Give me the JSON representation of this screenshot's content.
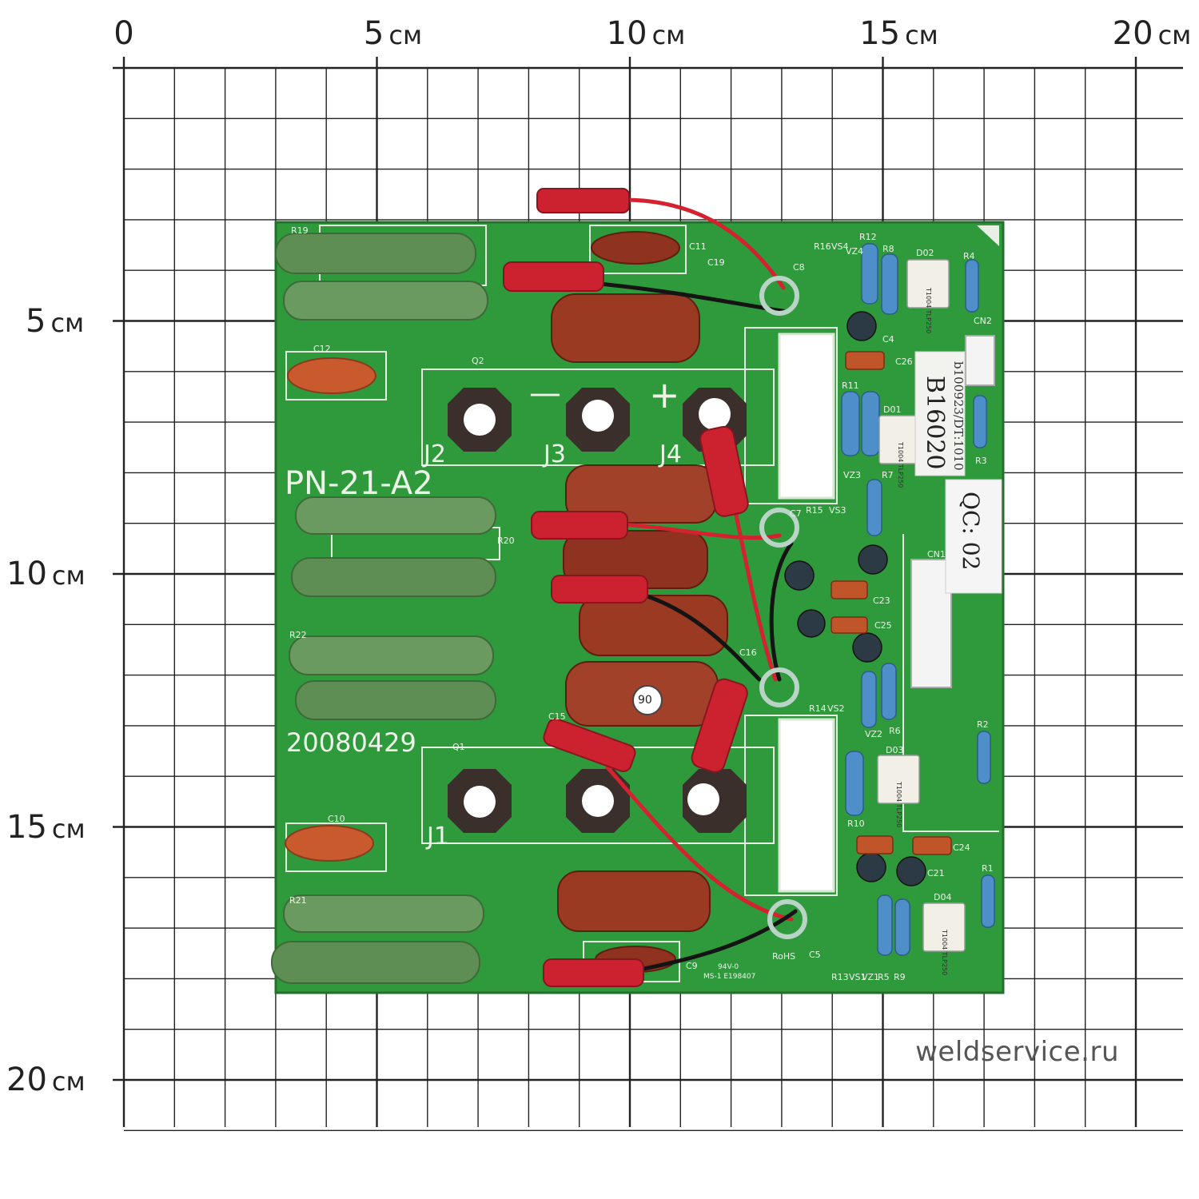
{
  "ruler": {
    "top_labels": [
      {
        "num": "0",
        "unit": ""
      },
      {
        "num": "5",
        "unit": "см"
      },
      {
        "num": "10",
        "unit": "см"
      },
      {
        "num": "15",
        "unit": "см"
      },
      {
        "num": "20",
        "unit": "см"
      }
    ],
    "left_labels": [
      {
        "num": "5",
        "unit": "см"
      },
      {
        "num": "10",
        "unit": "см"
      },
      {
        "num": "15",
        "unit": "см"
      },
      {
        "num": "20",
        "unit": "см"
      }
    ]
  },
  "board": {
    "model": "PN-21-A2",
    "date_code": "20080429",
    "part_number": "B16020",
    "batch": "b100923/DT:1010",
    "qc_label": "QC: 02",
    "sticker_number": "90",
    "terminals": [
      "J1",
      "J2",
      "J3",
      "J4"
    ],
    "polarity_minus": "—",
    "polarity_plus": "+",
    "silkscreen": {
      "Q2": "Q2",
      "Q1": "Q1",
      "R19": "R19",
      "R20": "R20",
      "R22": "R22",
      "R21": "R21",
      "C12": "C12",
      "C10": "C10",
      "C11": "C11",
      "C19": "C19",
      "C9": "C9",
      "C15": "C15",
      "C16": "C16",
      "C8": "C8",
      "C7": "C7",
      "C5": "C5",
      "C4": "C4",
      "C26": "C26",
      "C23": "C23",
      "C25": "C25",
      "C24": "C24",
      "C21": "C21",
      "R16": "R16",
      "R12": "R12",
      "R8": "R8",
      "R4": "R4",
      "R11": "R11",
      "R7": "R7",
      "R3": "R3",
      "R15": "R15",
      "R14": "R14",
      "R10": "R10",
      "R6": "R6",
      "R2": "R2",
      "R1": "R1",
      "R13": "R13",
      "R5": "R5",
      "R9": "R9",
      "VS4": "VS4",
      "VZ4": "VZ4",
      "VS3": "VS3",
      "VZ3": "VZ3",
      "VS2": "VS2",
      "VZ2": "VZ2",
      "VS1": "VS1",
      "VZ1": "VZ1",
      "D02": "D02",
      "D01": "D01",
      "D03": "D03",
      "D04": "D04",
      "CN2": "CN2",
      "CN1": "CN1",
      "rohs": "RoHS",
      "ul_line1": "94V-0",
      "ul_line2": "MS-1 E198407"
    },
    "optocoupler_marking": "T1004 TLP250",
    "colors": {
      "pcb_green": "#2f9a3c",
      "resistor_green": "#5f8e55",
      "capacitor_brown": "#9a3a22",
      "connector_red": "#cc2230",
      "grid_line": "#222222"
    }
  },
  "watermark": "weldservice.ru"
}
